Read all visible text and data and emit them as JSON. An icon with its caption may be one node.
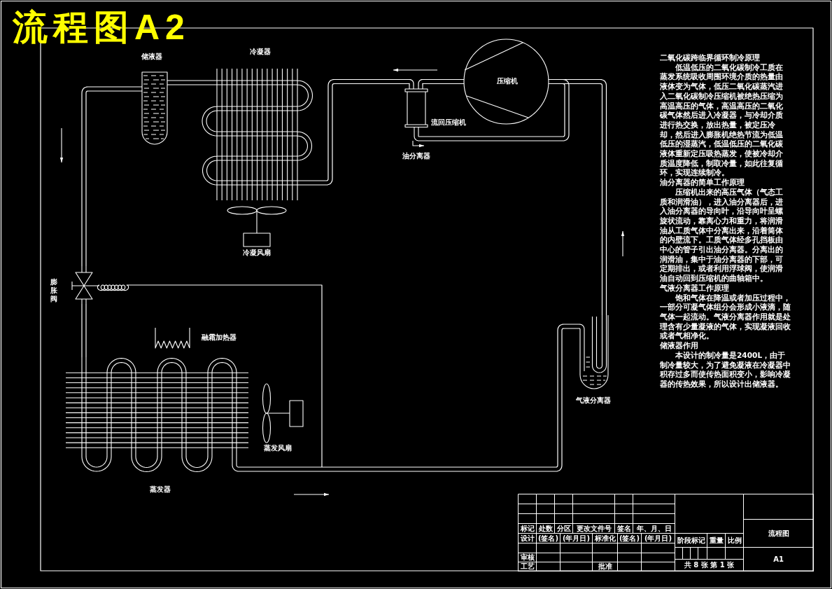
{
  "diagram": {
    "title": "流程图A2",
    "nodes": [
      {
        "text": [
          "储液器"
        ]
      },
      {
        "text": [
          "冷凝器"
        ]
      },
      {
        "text": [
          "压缩机"
        ]
      },
      {
        "text": [
          "油分离器"
        ]
      },
      {
        "text": [
          "冷凝风扇"
        ]
      },
      {
        "text": [
          "膨胀阀"
        ]
      },
      {
        "text": [
          "融霜加热器"
        ]
      },
      {
        "text": [
          "气液分离器"
        ]
      },
      {
        "text": [
          "蒸发风扇"
        ]
      },
      {
        "text": [
          "蒸发器"
        ]
      }
    ],
    "edges": [
      {
        "from": 2,
        "to": 3,
        "arrow": "none"
      },
      {
        "from": 3,
        "to": 1,
        "arrow": "none"
      },
      {
        "from": 1,
        "to": 0,
        "arrow": "none"
      },
      {
        "from": 0,
        "to": 5,
        "arrow": "none"
      },
      {
        "from": 5,
        "to": 9,
        "arrow": "none"
      },
      {
        "from": 9,
        "to": 7,
        "arrow": "none"
      },
      {
        "from": 7,
        "to": 2,
        "arrow": "none"
      },
      {
        "from": 3,
        "to": 2,
        "arrow": "none"
      },
      {
        "from": 5,
        "to": null,
        "arrow": "none"
      }
    ],
    "labels": [
      "流回压缩机",
      "二氧化碳跨临界循环制冷原理",
      "低温低压的二氧化碳制冷工质在蒸发系统吸收周围环境介质的热量由液体变为气体，低压二氧化碳蒸汽进入二氧化碳制冷压缩机被绝热压缩为高温高压的气体，高温高压的二氧化碳气体然后进入冷凝器，与冷却介质进行热交换，放出热量，被定压冷却，然后进入膨胀机绝热节流为低温低压的湿蒸汽，低温低压的二氧化碳液体重新定压吸热蒸发，使被冷却介质温度降低，制取冷量，如此往复循环，实现连续制冷。",
      "油分离器的简单工作原理",
      "压缩机出来的高压气体（气态工质和润滑油），进入油分离器后，进入油分离器的导向叶，沿导向叶呈螺旋状流动，靠离心力和重力，将润滑油从工质气体中分离出来，沿着筒体的内壁流下。工质气体经多孔挡板由中心的管子引出油分离器。分离出的润滑油，集中于油分离器的下部，可定期排出，或者利用浮球阀，使润滑油自动回到压缩机的曲轴箱中。",
      "气液分离器工作原理",
      "饱和气体在降温或者加压过程中，一部分可凝气体组分会形成小液滴，随气体一起流动。气液分离器作用就是处理含有少量凝液的气体，实现凝液回收或者气相净化。",
      "储液器作用",
      "本设计的制冷量是2400L，由于制冷量较大，为了避免凝液在冷凝器中积存过多而使传热面积变小，影响冷凝器的传热效果，所以设计出储液器。",
      "标记",
      "处数",
      "分区",
      "更改文件号",
      "签名",
      "年、月、日",
      "设计",
      "(签名)",
      "(年月日)",
      "标准化",
      "(签名)",
      "(年月日)",
      "阶段标记",
      "重量",
      "比例",
      "流程图",
      "审核",
      "工艺",
      "批准",
      "共 8 张 第 1 张",
      "A1"
    ]
  }
}
